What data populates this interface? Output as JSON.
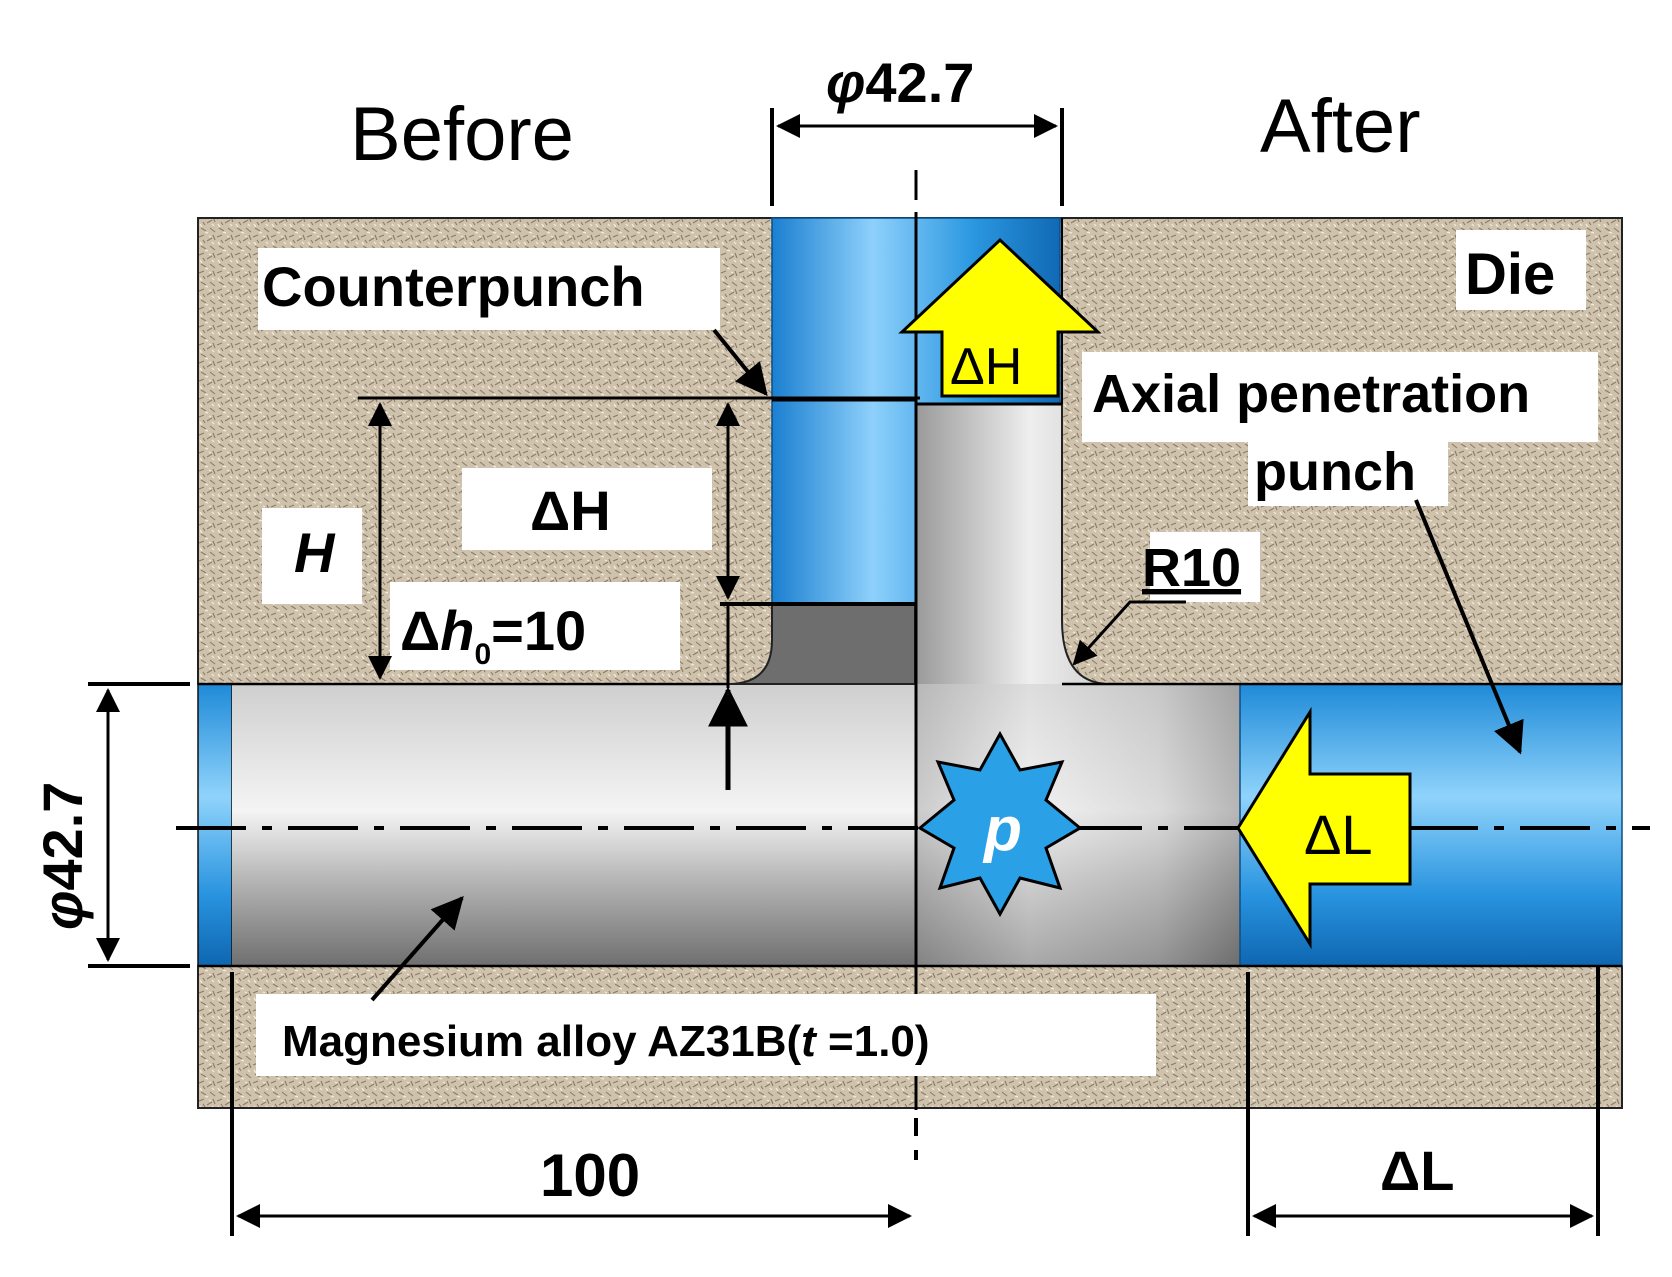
{
  "labels": {
    "before": "Before",
    "after": "After",
    "die": "Die",
    "counterpunch": "Counterpunch",
    "axial_punch_line1": "Axial penetration",
    "axial_punch_line2": "punch",
    "radius": "R10",
    "height": "H",
    "delta_h_upper": "ΔH",
    "delta_h_arrow": "ΔH",
    "delta_h0_prefix": "Δ",
    "delta_h0_var": "h",
    "delta_h0_sub": "0",
    "delta_h0_value": "=10",
    "diameter_top_symbol": "φ",
    "diameter_top_value": "42.7",
    "diameter_left_symbol": "φ",
    "diameter_left_value": "42.7",
    "pressure": "p",
    "delta_l_arrow": "ΔL",
    "delta_l_dim": "ΔL",
    "length_dim": "100",
    "material_prefix": "Magnesium alloy AZ31B(",
    "material_var": "t",
    "material_suffix": " =1.0)"
  },
  "colors": {
    "die_texture": "#cdbfa8",
    "punch_blue": "#2a8fd8",
    "tube_gray": "#b9b9b9",
    "arrow_yellow": "#ffff00",
    "star_blue": "#2aa1e6",
    "line_black": "#000000"
  }
}
